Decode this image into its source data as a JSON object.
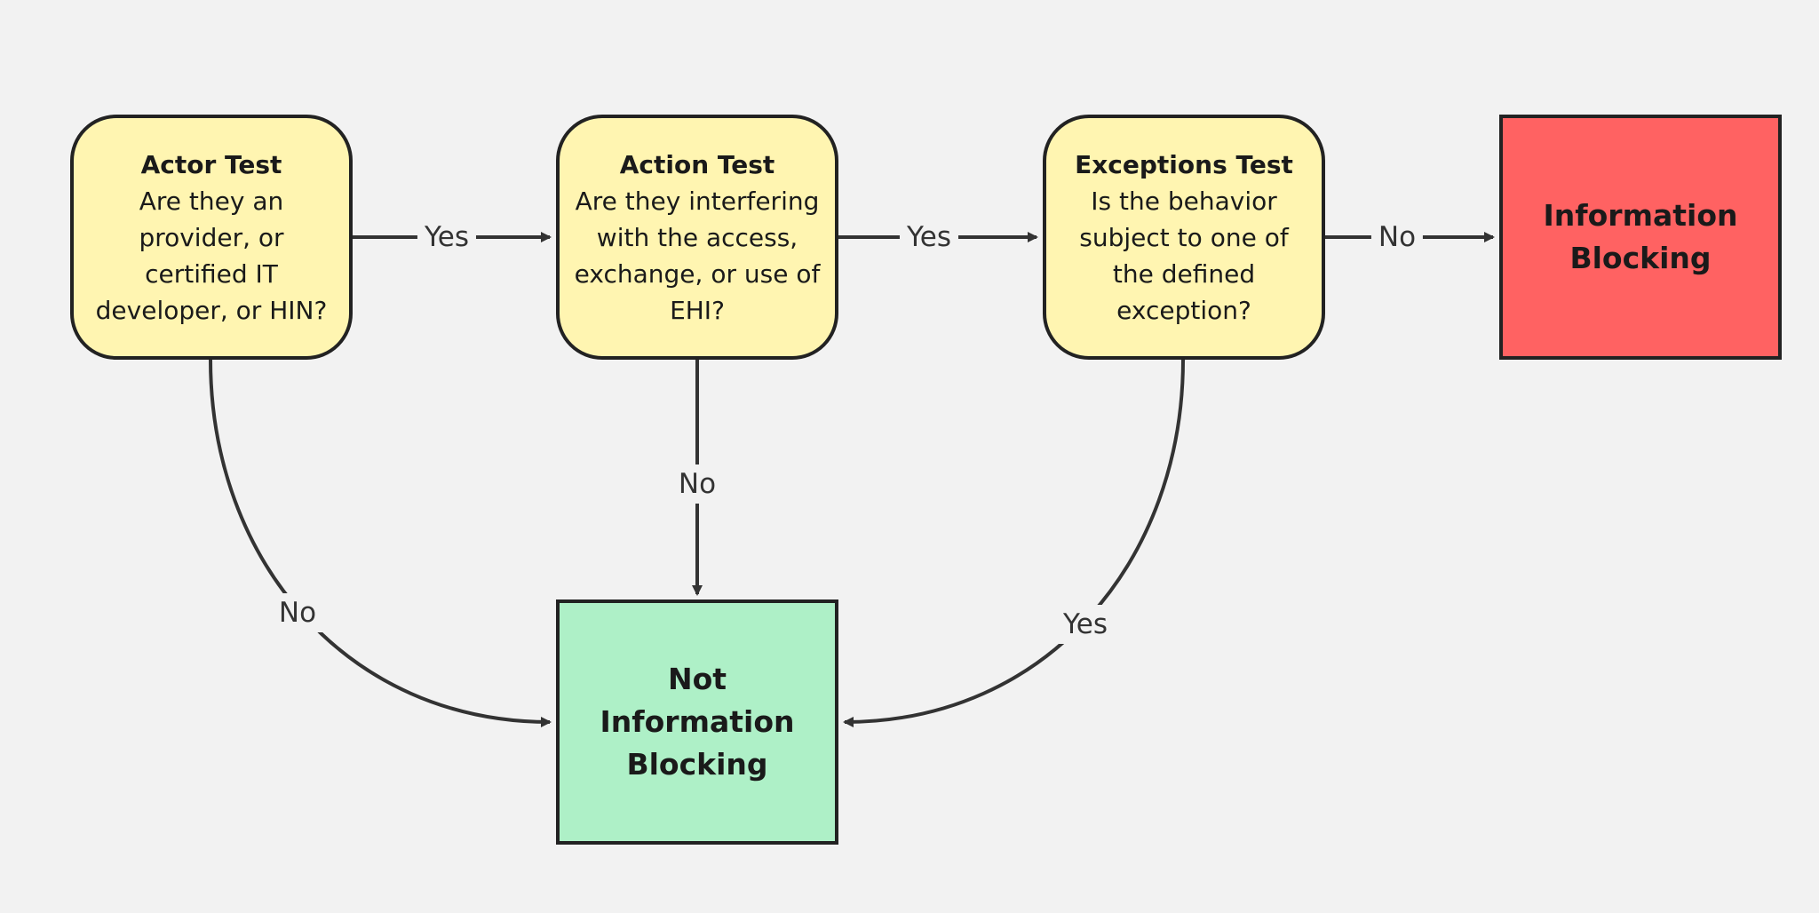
{
  "nodes": {
    "actor_test": {
      "title": "Actor Test",
      "text": "Are they an provider, or certified IT developer, or HIN?"
    },
    "action_test": {
      "title": "Action Test",
      "text": "Are they interfering with the access, exchange, or use of EHI?"
    },
    "exceptions_test": {
      "title": "Exceptions Test",
      "text": "Is the behavior subject to one of the defined exception?"
    },
    "information_blocking": {
      "text": "Information Blocking",
      "color": "#ff6262"
    },
    "not_information_blocking": {
      "text": "Not Information Blocking",
      "color": "#aef0c7"
    }
  },
  "edges": {
    "actor_to_action": "Yes",
    "action_to_exceptions": "Yes",
    "exceptions_to_blocking": "No",
    "actor_to_not_blocking": "No",
    "action_to_not_blocking": "No",
    "exceptions_to_not_blocking": "Yes"
  },
  "colors": {
    "decision_fill": "#fff5b1",
    "stroke": "#222222",
    "connector": "#333333",
    "background": "#f2f2f2"
  }
}
